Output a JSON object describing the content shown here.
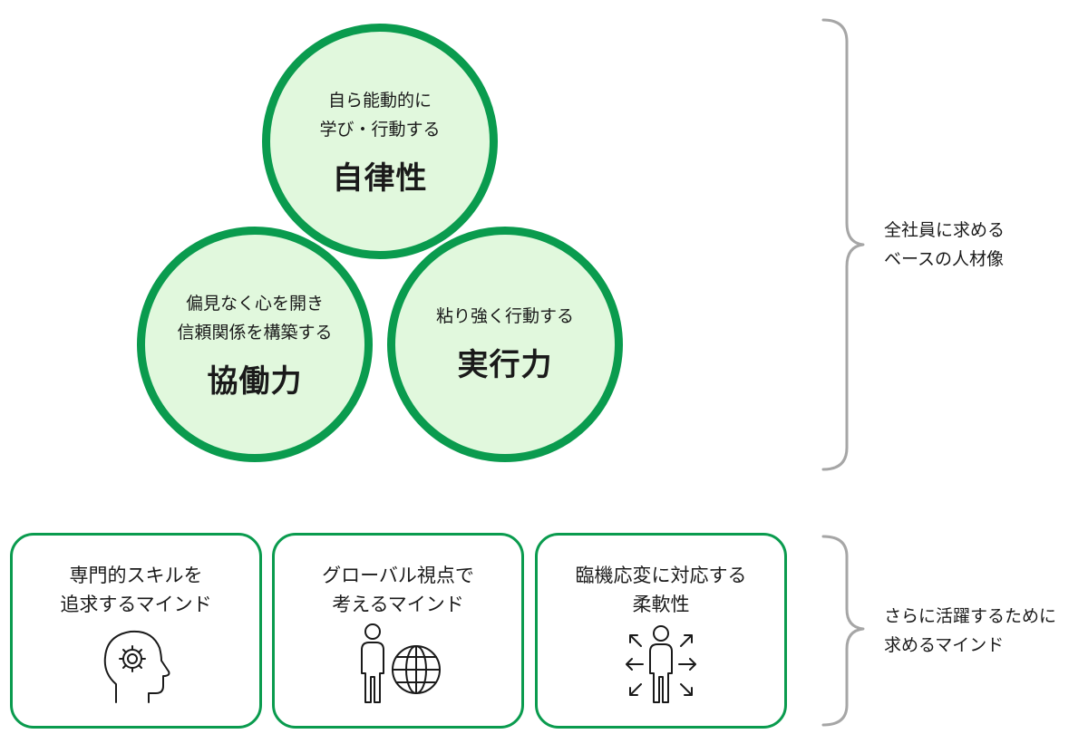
{
  "core": {
    "autonomy": {
      "lines": [
        "自ら能動的に",
        "学び・行動する"
      ],
      "title": "自律性"
    },
    "collaboration": {
      "lines": [
        "偏見なく心を開き",
        "信頼関係を構築する"
      ],
      "title": "協働力"
    },
    "execution": {
      "lines": [
        "粘り強く行動する"
      ],
      "title": "実行力"
    }
  },
  "base_label": [
    "全社員に求める",
    "ベースの人材像"
  ],
  "minds": [
    {
      "lines": [
        "専門的スキルを",
        "追求するマインド"
      ],
      "icon": "head-gear-icon"
    },
    {
      "lines": [
        "グローバル視点で",
        "考えるマインド"
      ],
      "icon": "person-globe-icon"
    },
    {
      "lines": [
        "臨機応変に対応する",
        "柔軟性"
      ],
      "icon": "person-arrows-icon"
    }
  ],
  "advance_label": [
    "さらに活躍するために",
    "求めるマインド"
  ],
  "colors": {
    "accent": "#0a9b4e",
    "circle_fill": "#e1f8dd",
    "brace": "#a6a6a6"
  }
}
